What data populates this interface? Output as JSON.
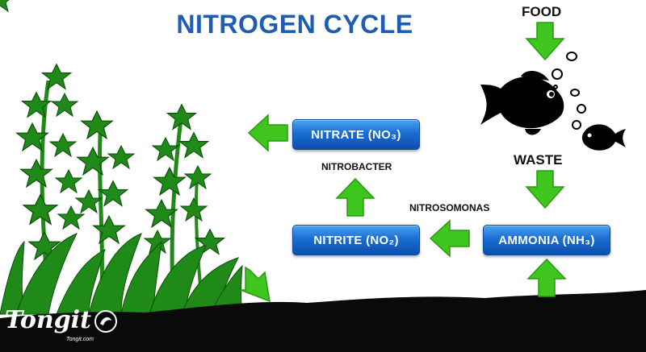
{
  "title": "NITROGEN CYCLE",
  "labels": {
    "food": "FOOD",
    "waste": "WASTE",
    "nitrobacter": "NITROBACTER",
    "nitrosomonas": "NITROSOMONAS"
  },
  "boxes": {
    "nitrate": "NITRATE (NO₃)",
    "nitrite": "NITRITE (NO₂)",
    "ammonia": "AMMONIA (NH₃)"
  },
  "logo": {
    "name": "Tongit",
    "sub": "Tongit.com"
  },
  "colors": {
    "title": "#1f5db0",
    "box": "#1a6ed2",
    "arrow": "#3ec51e",
    "plant": "#1f8a17",
    "ground": "#0a0a0a"
  }
}
